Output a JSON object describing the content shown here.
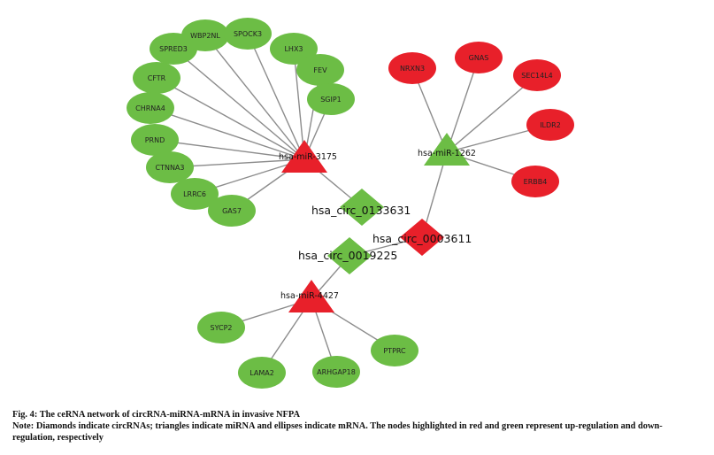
{
  "colors": {
    "up": "#e8202a",
    "down": "#6cbd45",
    "edge": "#8c8c8c"
  },
  "hubs": [
    {
      "id": "mir3175",
      "label": "hsa-miR-3175",
      "shape": "triangle",
      "regulation": "up"
    },
    {
      "id": "mir1262",
      "label": "hsa-miR-1262",
      "shape": "triangle",
      "regulation": "down"
    },
    {
      "id": "mir4427",
      "label": "hsa-miR-4427",
      "shape": "triangle",
      "regulation": "up"
    },
    {
      "id": "circ0133631",
      "label": "hsa_circ_0133631",
      "shape": "diamond",
      "regulation": "down"
    },
    {
      "id": "circ0003611",
      "label": "hsa_circ_0003611",
      "shape": "diamond",
      "regulation": "up"
    },
    {
      "id": "circ0019225",
      "label": "hsa_circ_0019225",
      "shape": "diamond",
      "regulation": "down"
    }
  ],
  "mrnas": [
    {
      "label": "SPRED3",
      "regulation": "down",
      "target": "mir3175"
    },
    {
      "label": "WBP2NL",
      "regulation": "down",
      "target": "mir3175"
    },
    {
      "label": "SPOCK3",
      "regulation": "down",
      "target": "mir3175"
    },
    {
      "label": "LHX3",
      "regulation": "down",
      "target": "mir3175"
    },
    {
      "label": "FEV",
      "regulation": "down",
      "target": "mir3175"
    },
    {
      "label": "SGIP1",
      "regulation": "down",
      "target": "mir3175"
    },
    {
      "label": "CFTR",
      "regulation": "down",
      "target": "mir3175"
    },
    {
      "label": "CHRNA4",
      "regulation": "down",
      "target": "mir3175"
    },
    {
      "label": "PRND",
      "regulation": "down",
      "target": "mir3175"
    },
    {
      "label": "CTNNA3",
      "regulation": "down",
      "target": "mir3175"
    },
    {
      "label": "LRRC6",
      "regulation": "down",
      "target": "mir3175"
    },
    {
      "label": "GAS7",
      "regulation": "down",
      "target": "mir3175"
    },
    {
      "label": "NRXN3",
      "regulation": "up",
      "target": "mir1262"
    },
    {
      "label": "GNAS",
      "regulation": "up",
      "target": "mir1262"
    },
    {
      "label": "SEC14L4",
      "regulation": "up",
      "target": "mir1262"
    },
    {
      "label": "ILDR2",
      "regulation": "up",
      "target": "mir1262"
    },
    {
      "label": "ERBB4",
      "regulation": "up",
      "target": "mir1262"
    },
    {
      "label": "SYCP2",
      "regulation": "down",
      "target": "mir4427"
    },
    {
      "label": "LAMA2",
      "regulation": "down",
      "target": "mir4427"
    },
    {
      "label": "ARHGAP18",
      "regulation": "down",
      "target": "mir4427"
    },
    {
      "label": "PTPRC",
      "regulation": "down",
      "target": "mir4427"
    }
  ],
  "links": [
    [
      "mir3175",
      "circ0133631"
    ],
    [
      "mir1262",
      "circ0003611"
    ],
    [
      "circ0003611",
      "circ0019225"
    ],
    [
      "circ0019225",
      "mir4427"
    ]
  ],
  "caption": {
    "title": "Fig. 4:  The ceRNA network of circRNA-miRNA-mRNA in invasive NFPA",
    "note": "Note: Diamonds indicate circRNAs; triangles indicate miRNA and ellipses indicate mRNA. The nodes highlighted in red and green represent up-regulation and down-regulation, respectively"
  }
}
